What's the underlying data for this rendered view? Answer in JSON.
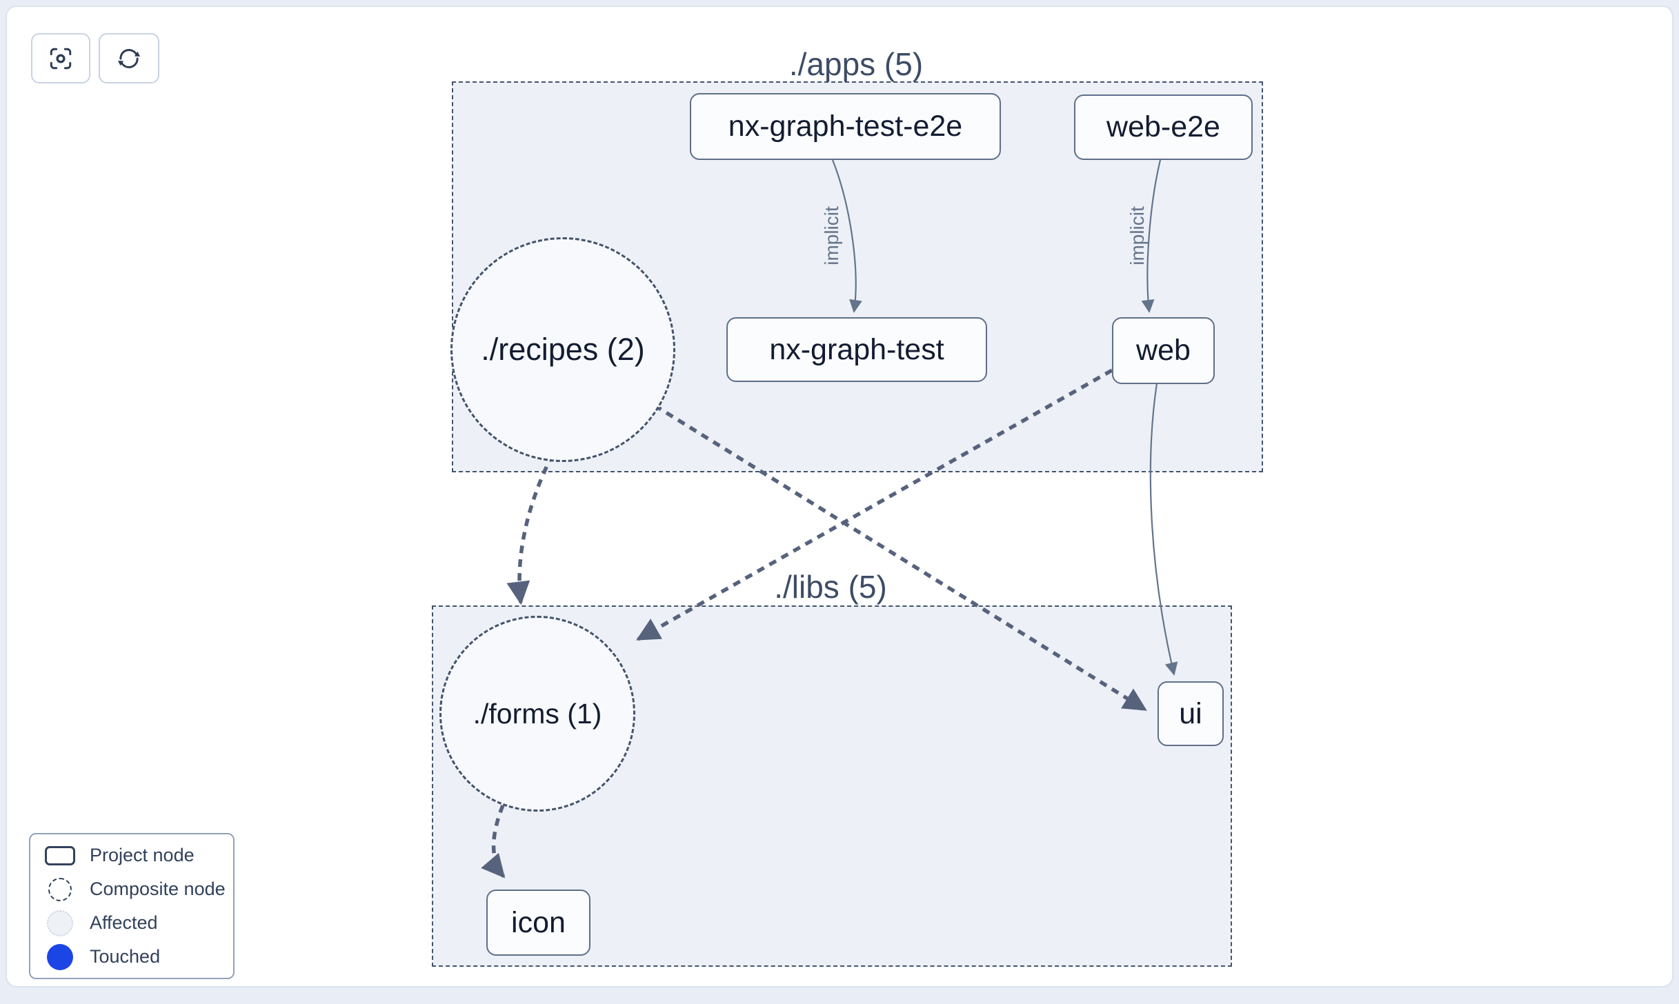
{
  "toolbar": {
    "focus_button": {
      "icon": "focus-target-icon"
    },
    "refresh_button": {
      "icon": "refresh-icon"
    }
  },
  "graph": {
    "groups": [
      {
        "id": "apps",
        "label": "./apps (5)"
      },
      {
        "id": "libs",
        "label": "./libs (5)"
      }
    ],
    "project_nodes": [
      {
        "id": "nx-graph-test-e2e",
        "label": "nx-graph-test-e2e",
        "group": "apps"
      },
      {
        "id": "web-e2e",
        "label": "web-e2e",
        "group": "apps"
      },
      {
        "id": "nx-graph-test",
        "label": "nx-graph-test",
        "group": "apps"
      },
      {
        "id": "web",
        "label": "web",
        "group": "apps"
      },
      {
        "id": "ui",
        "label": "ui",
        "group": "libs"
      },
      {
        "id": "icon",
        "label": "icon",
        "group": "libs"
      }
    ],
    "composite_nodes": [
      {
        "id": "recipes",
        "label": "./recipes (2)",
        "group": "apps"
      },
      {
        "id": "forms",
        "label": "./forms (1)",
        "group": "libs"
      }
    ],
    "edges": [
      {
        "from": "nx-graph-test-e2e",
        "to": "nx-graph-test",
        "label": "implicit",
        "style": "solid"
      },
      {
        "from": "web-e2e",
        "to": "web",
        "label": "implicit",
        "style": "solid"
      },
      {
        "from": "web",
        "to": "ui",
        "label": "",
        "style": "solid"
      },
      {
        "from": "recipes",
        "to": "forms",
        "label": "",
        "style": "thick-dashed"
      },
      {
        "from": "recipes",
        "to": "ui",
        "label": "",
        "style": "thick-dashed"
      },
      {
        "from": "web",
        "to": "forms",
        "label": "",
        "style": "thick-dashed"
      },
      {
        "from": "forms",
        "to": "icon",
        "label": "",
        "style": "thick-dashed"
      }
    ]
  },
  "legend": {
    "items": [
      {
        "label": "Project node",
        "swatch": "project-rect"
      },
      {
        "label": "Composite node",
        "swatch": "dashed-circle"
      },
      {
        "label": "Affected",
        "swatch": "affected-circle"
      },
      {
        "label": "Touched",
        "swatch": "touched-circle"
      }
    ]
  },
  "colors": {
    "touched_blue": "#1b46e5",
    "affected_fill": "#eef1f6",
    "edge_solid": "#64748b",
    "edge_dashed": "#57637d",
    "group_fill": "#edf1f7",
    "group_border": "#44536b",
    "node_border": "#5f6e88",
    "node_text": "#131c31",
    "title_text": "#3d4c66"
  }
}
